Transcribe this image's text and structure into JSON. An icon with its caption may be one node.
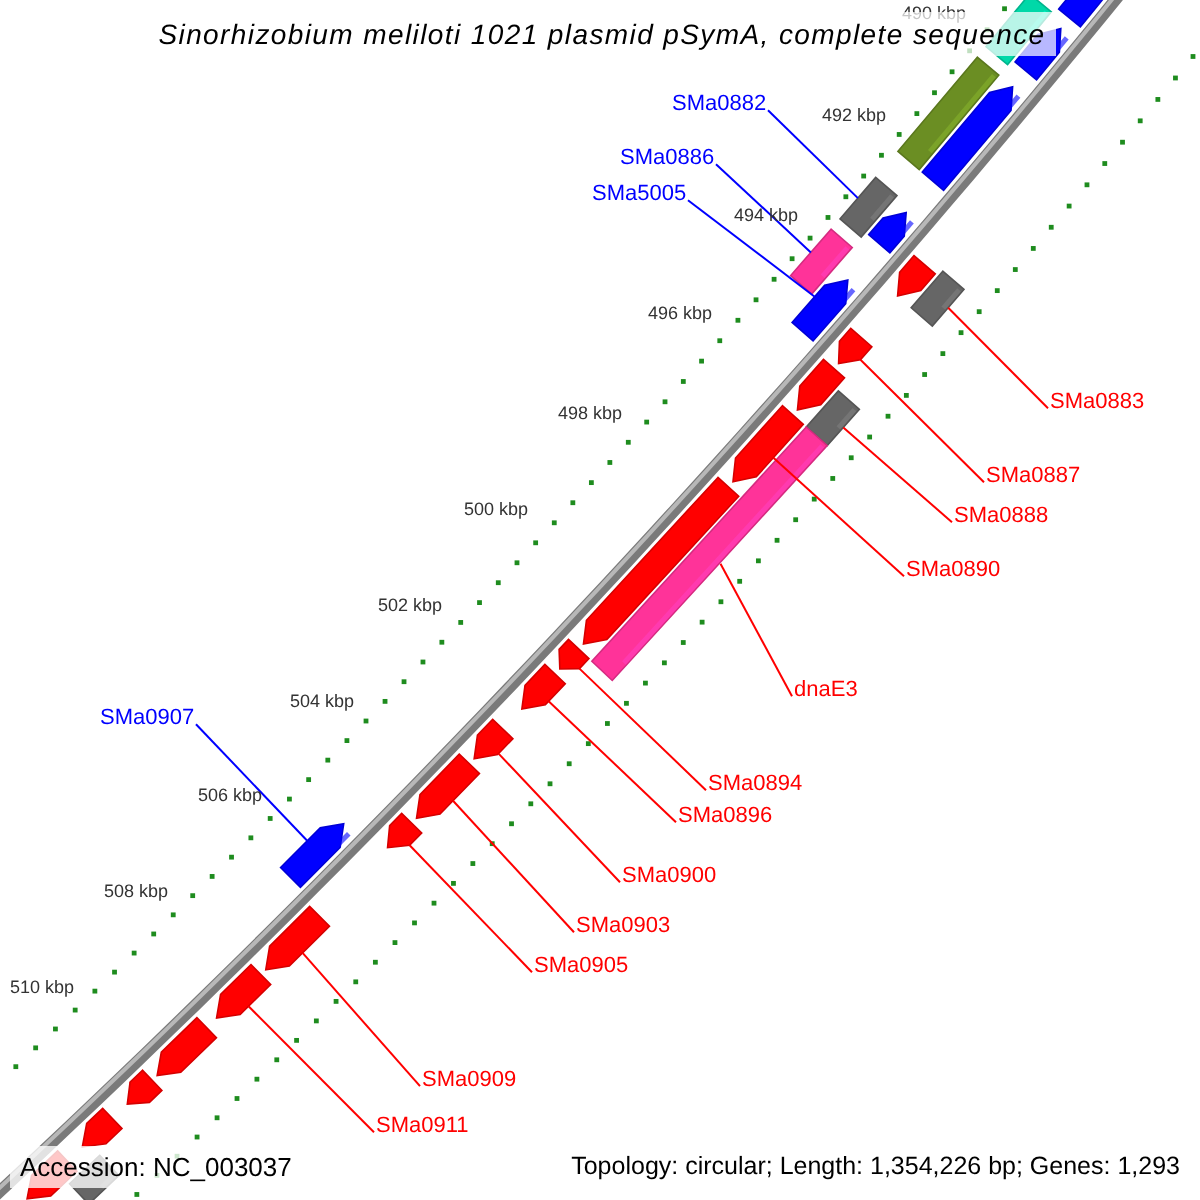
{
  "diagram": {
    "title": "Sinorhizobium meliloti 1021 plasmid pSymA, complete sequence",
    "nodes": [
      {
        "text": [],
        "shape": "pentagon"
      },
      {
        "text": [],
        "shape": "box"
      },
      {
        "text": [],
        "shape": "pentagon"
      },
      {
        "text": [],
        "shape": "box"
      },
      {
        "text": [],
        "shape": "pentagon"
      },
      {
        "text": [],
        "shape": "box"
      },
      {
        "text": [],
        "shape": "pentagon"
      },
      {
        "text": [],
        "shape": "pentagon"
      },
      {
        "text": [],
        "shape": "box"
      },
      {
        "text": [],
        "shape": "box"
      },
      {
        "text": [],
        "shape": "pentagon"
      },
      {
        "text": [],
        "shape": "pentagon"
      },
      {
        "text": [],
        "shape": "pentagon"
      },
      {
        "text": [],
        "shape": "box"
      },
      {
        "text": [],
        "shape": "pentagon"
      },
      {
        "text": [],
        "shape": "box"
      },
      {
        "text": [],
        "shape": "pentagon"
      },
      {
        "text": [],
        "shape": "pentagon"
      },
      {
        "text": [],
        "shape": "pentagon"
      },
      {
        "text": [],
        "shape": "pentagon"
      },
      {
        "text": [],
        "shape": "pentagon"
      },
      {
        "text": [],
        "shape": "pentagon"
      },
      {
        "text": [],
        "shape": "pentagon"
      },
      {
        "text": [],
        "shape": "pentagon"
      },
      {
        "text": [],
        "shape": "pentagon"
      },
      {
        "text": [],
        "shape": "pentagon"
      },
      {
        "text": [],
        "shape": "pentagon"
      },
      {
        "text": [],
        "shape": "pentagon"
      },
      {
        "text": [],
        "shape": "box"
      },
      {
        "text": [],
        "shape": "pentagon"
      },
      {
        "text": [
          "SMa0882"
        ]
      },
      {
        "text": [
          "SMa0886"
        ]
      },
      {
        "text": [
          "SMa5005"
        ]
      },
      {
        "text": [
          "SMa0883"
        ]
      },
      {
        "text": [
          "SMa0887"
        ]
      },
      {
        "text": [
          "SMa0888"
        ]
      },
      {
        "text": [
          "SMa0890"
        ]
      },
      {
        "text": [
          "dnaE3"
        ]
      },
      {
        "text": [
          "SMa0907"
        ]
      },
      {
        "text": [
          "SMa0894"
        ]
      },
      {
        "text": [
          "SMa0896"
        ]
      },
      {
        "text": [
          "SMa0900"
        ]
      },
      {
        "text": [
          "SMa0903"
        ]
      },
      {
        "text": [
          "SMa0905"
        ]
      },
      {
        "text": [
          "SMa0909"
        ]
      },
      {
        "text": [
          "SMa0911"
        ]
      }
    ],
    "edges": [
      {
        "from": 30,
        "to": 5,
        "arrow": "none",
        "color": "#0000ff"
      },
      {
        "from": 31,
        "to": 9,
        "arrow": "none",
        "color": "#0000ff"
      },
      {
        "from": 32,
        "to": 10,
        "arrow": "none",
        "color": "#0000ff"
      },
      {
        "from": 33,
        "to": 8,
        "arrow": "none"
      },
      {
        "from": 34,
        "to": 11,
        "arrow": "none"
      },
      {
        "from": 35,
        "to": 13,
        "arrow": "none"
      },
      {
        "from": 36,
        "to": 14,
        "arrow": "none"
      },
      {
        "from": 37,
        "to": 15,
        "arrow": "none"
      },
      {
        "from": 38,
        "to": 22,
        "arrow": "none",
        "color": "#0000ff"
      },
      {
        "from": 39,
        "to": 17,
        "arrow": "none"
      },
      {
        "from": 40,
        "to": 18,
        "arrow": "none"
      },
      {
        "from": 41,
        "to": 19,
        "arrow": "none"
      },
      {
        "from": 42,
        "to": 20,
        "arrow": "none"
      },
      {
        "from": 43,
        "to": 21,
        "arrow": "none"
      },
      {
        "from": 44,
        "to": 23,
        "arrow": "none"
      },
      {
        "from": 45,
        "to": 24,
        "arrow": "none"
      }
    ],
    "labels": [
      "490 kbp",
      "492 kbp",
      "494 kbp",
      "496 kbp",
      "498 kbp",
      "500 kbp",
      "502 kbp",
      "504 kbp",
      "506 kbp",
      "508 kbp",
      "510 kbp",
      "Accession: NC_003037",
      "Topology: circular; Length: 1,354,226 bp; Genes: 1,293"
    ]
  }
}
